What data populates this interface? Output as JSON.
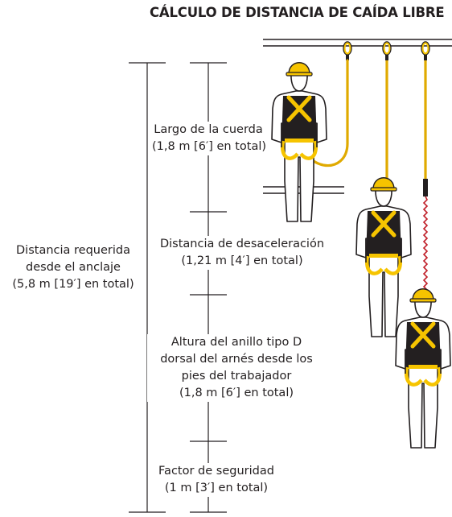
{
  "title": "CÁLCULO DE DISTANCIA DE CAÍDA LIBRE",
  "colors": {
    "ink": "#231f20",
    "helmet": "#f6c400",
    "harness_strap": "#f6c400",
    "lanyard": "#e0aa00",
    "lifeline": "#c0202a",
    "background": "#ffffff"
  },
  "required_distance": {
    "lines": [
      "Distancia requerida",
      "desde el anclaje",
      "(5,8 m [19′] en total)"
    ]
  },
  "segments": [
    {
      "id": "lanyard-length",
      "lines": [
        "Largo de la cuerda",
        "(1,8 m [6′] en total)"
      ]
    },
    {
      "id": "deceleration-distance",
      "lines": [
        "Distancia de desaceleración",
        "(1,21 m [4′] en total)"
      ]
    },
    {
      "id": "d-ring-height",
      "lines": [
        "Altura del anillo tipo D",
        "dorsal del arnés desde los",
        "pies del trabajador",
        "(1,8 m [6′] en total)"
      ]
    },
    {
      "id": "safety-factor",
      "lines": [
        "Factor de seguridad",
        "(1 m [3′] en total)"
      ]
    }
  ],
  "icons": {
    "anchor_rail": "anchor-rail-icon",
    "worker": "harnessed-worker-icon",
    "d_ring": "anchor-ring-icon",
    "lanyard": "lanyard-icon"
  }
}
